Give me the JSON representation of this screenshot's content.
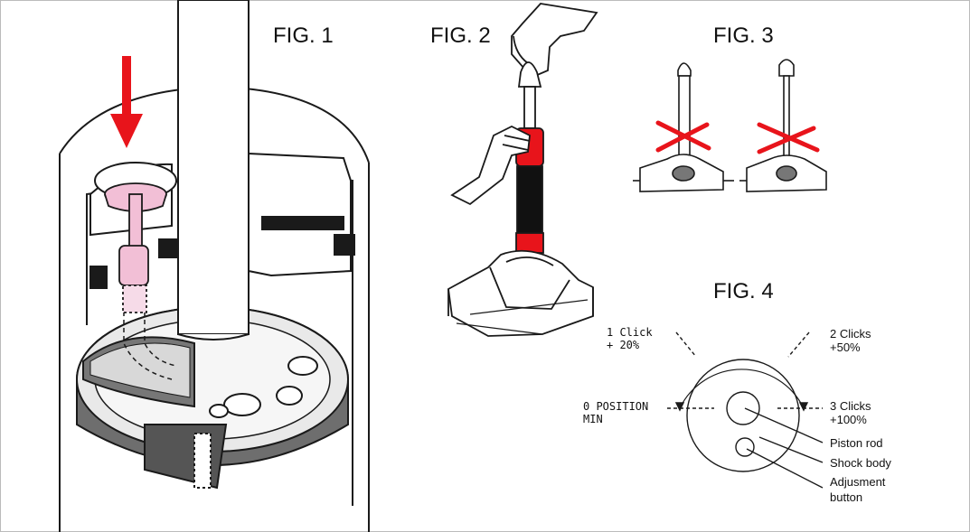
{
  "figures": {
    "fig1": {
      "title": "FIG. 1"
    },
    "fig2": {
      "title": "FIG. 2"
    },
    "fig3": {
      "title": "FIG. 3"
    },
    "fig4": {
      "title": "FIG. 4",
      "labels": {
        "one_click_a": "1 Click",
        "one_click_b": "+ 20%",
        "two_clicks_a": "2 Clicks",
        "two_clicks_b": "+50%",
        "zero_a": "0 POSITION",
        "zero_b": "MIN",
        "three_clicks_a": "3 Clicks",
        "three_clicks_b": "+100%",
        "piston_rod": "Piston rod",
        "shock_body": "Shock body",
        "adjust_a": "Adjusment",
        "adjust_b": "button"
      }
    }
  },
  "colors": {
    "red": "#e8141b",
    "pink": "#f2bfd6",
    "line": "#1a1a1a",
    "gray": "#9a9a9a",
    "black": "#111111"
  }
}
